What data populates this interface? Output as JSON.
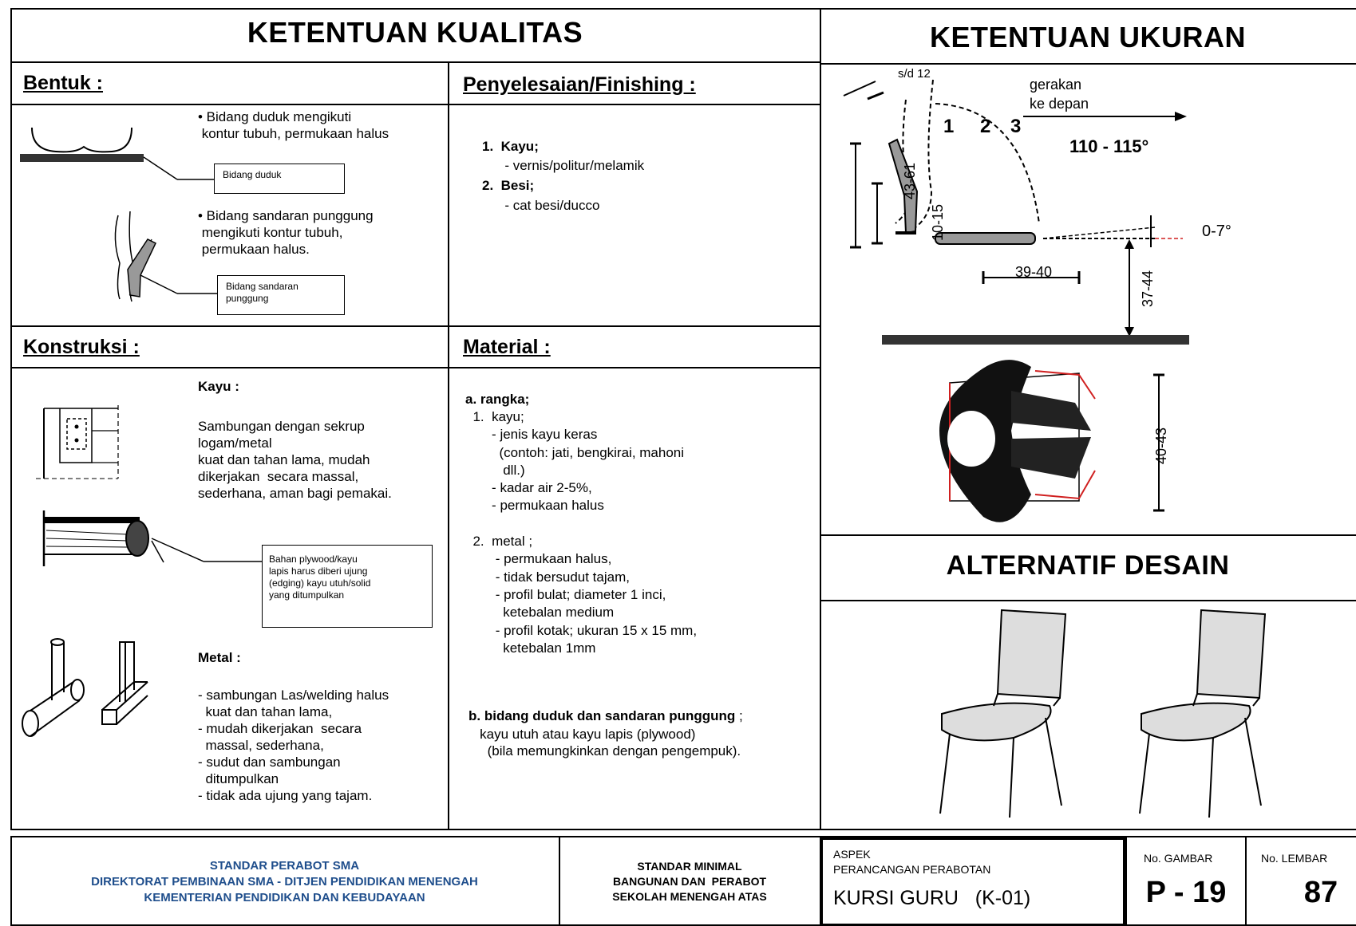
{
  "quality": {
    "title": "KETENTUAN KUALITAS",
    "bentuk": {
      "heading": "Bentuk :",
      "point1": "• Bidang duduk mengikuti\n kontur tubuh, permukaan halus",
      "box1": "Bidang duduk",
      "point2": "• Bidang sandaran punggung\n mengikuti kontur tubuh,\n permukaan halus.",
      "box2": "Bidang sandaran\npunggung"
    },
    "finishing": {
      "heading": "Penyelesaian/Finishing :",
      "line1": "1.  Kayu;",
      "line2": "      - vernis/politur/melamik",
      "line3": "2.  Besi;",
      "line4": "      - cat besi/ducco"
    },
    "konstruksi": {
      "heading": "Konstruksi :",
      "kayu_label": "Kayu :",
      "kayu_text": "Sambungan dengan sekrup\nlogam/metal\nkuat dan tahan lama, mudah\ndikerjakan  secara massal,\nsederhana, aman bagi pemakai.",
      "box": "Bahan plywood/kayu\nlapis harus diberi ujung\n(edging) kayu utuh/solid\nyang ditumpulkan",
      "metal_label": "Metal :",
      "metal_text": "- sambungan Las/welding halus\n  kuat dan tahan lama,\n- mudah dikerjakan  secara\n  massal, sederhana,\n- sudut dan sambungan\n  ditumpulkan\n- tidak ada ujung yang tajam."
    },
    "material": {
      "heading": "Material :",
      "a_title": "a. rangka;",
      "a_text": "  1.  kayu;\n       - jenis kayu keras\n         (contoh: jati, bengkirai, mahoni\n          dll.)\n       - kadar air 2-5%,\n       - permukaan halus\n\n  2.  metal ;\n        - permukaan halus,\n        - tidak bersudut tajam,\n        - profil bulat; diameter 1 inci,\n          ketebalan medium\n        - profil kotak; ukuran 15 x 15 mm,\n          ketebalan 1mm",
      "b_title": "b. bidang duduk dan sandaran punggung",
      "b_suffix": " ;",
      "b_text": "   kayu utuh atau kayu lapis (plywood)\n     (bila memungkinkan dengan pengempuk)."
    }
  },
  "size": {
    "title": "KETENTUAN UKURAN",
    "labels": {
      "sd12": "s/d 12",
      "motion": "gerakan\nke depan",
      "n1": "1",
      "n2": "2",
      "n3": "3",
      "angle": "110 - 115°",
      "h1": "43-61",
      "h2": "10-15",
      "tilt": "0-7°",
      "depth": "39-40",
      "seat": "37-44",
      "width": "40-43"
    }
  },
  "alternative": {
    "title": "ALTERNATIF DESAIN"
  },
  "footer": {
    "org": "STANDAR PERABOT SMA\nDIREKTORAT PEMBINAAN SMA - DITJEN PENDIDIKAN MENENGAH\nKEMENTERIAN PENDIDIKAN DAN KEBUDAYAAN",
    "standard": "STANDAR MINIMAL\nBANGUNAN DAN  PERABOT\nSEKOLAH MENENGAH ATAS",
    "aspek": "ASPEK\nPERANCANGAN PERABOTAN",
    "item": "KURSI GURU   (K-01)",
    "gambar_label": "No. GAMBAR",
    "gambar_value": "P - 19",
    "lembar_label": "No. LEMBAR",
    "lembar_value": "87"
  },
  "colors": {
    "footer_blue": "#1f4e8c",
    "dim_red": "#d02020"
  }
}
